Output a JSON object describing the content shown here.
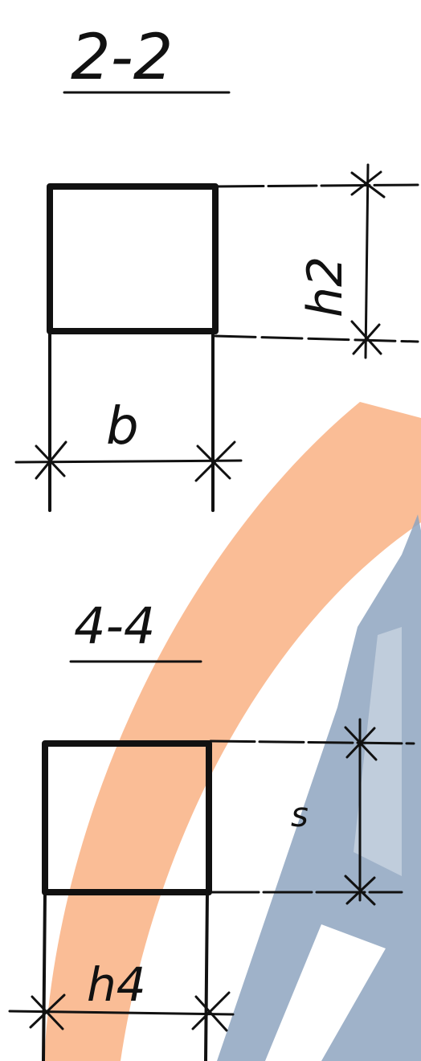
{
  "sections": [
    {
      "title": "2-2",
      "width_label": "b",
      "height_label": "h2"
    },
    {
      "title": "4-4",
      "width_label": "h4",
      "height_label": "s"
    }
  ],
  "watermark": {
    "arc_color": "#f9b184",
    "logo_color": "#8ea5bf"
  }
}
